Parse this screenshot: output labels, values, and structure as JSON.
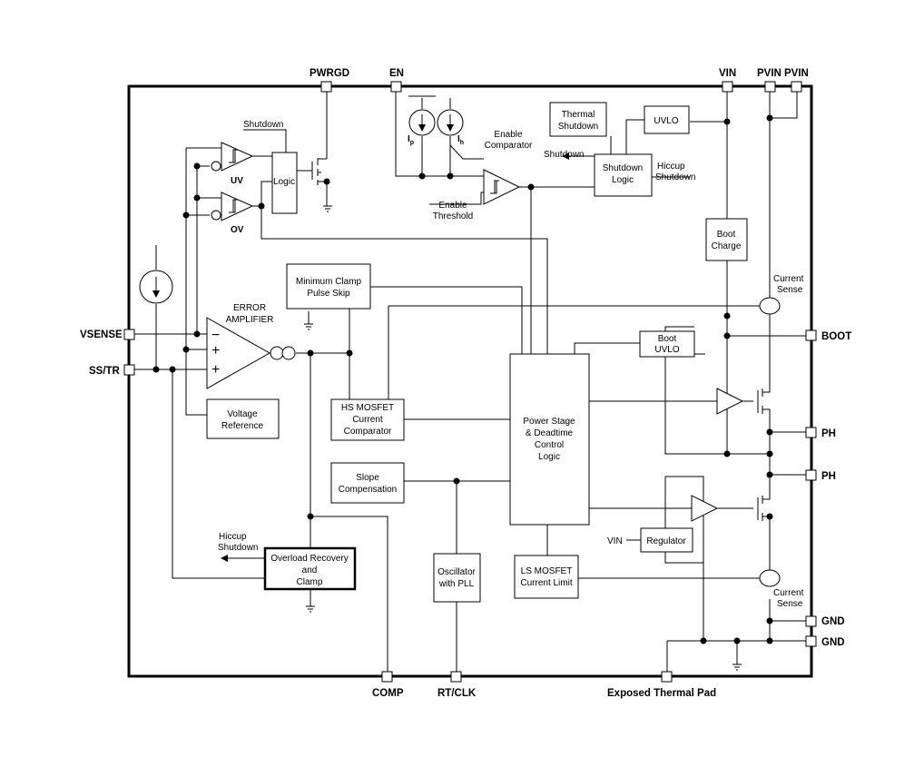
{
  "pins": {
    "pwrgd": "PWRGD",
    "en": "EN",
    "vin": "VIN",
    "pvin1": "PVIN",
    "pvin2": "PVIN",
    "vsense": "VSENSE",
    "ss_tr": "SS/TR",
    "boot": "BOOT",
    "ph1": "PH",
    "ph2": "PH",
    "gnd1": "GND",
    "gnd2": "GND",
    "comp": "COMP",
    "rt_clk": "RT/CLK",
    "thermal_pad": "Exposed Thermal Pad"
  },
  "blocks": {
    "logic": "Logic",
    "thermal_shutdown": [
      "Thermal",
      "Shutdown"
    ],
    "uvlo": "UVLO",
    "shutdown_logic": [
      "Shutdown",
      "Logic"
    ],
    "boot_charge": [
      "Boot",
      "Charge"
    ],
    "min_clamp": [
      "Minimum Clamp",
      "Pulse Skip"
    ],
    "boot_uvlo": [
      "Boot",
      "UVLO"
    ],
    "voltage_ref": [
      "Voltage",
      "Reference"
    ],
    "hs_comparator": [
      "HS MOSFET",
      "Current",
      "Comparator"
    ],
    "power_stage": [
      "Power Stage",
      "& Deadtime",
      "Control",
      "Logic"
    ],
    "slope_comp": [
      "Slope",
      "Compensation"
    ],
    "regulator": "Regulator",
    "overload": [
      "Overload Recovery",
      "and",
      "Clamp"
    ],
    "oscillator": [
      "Oscillator",
      "with PLL"
    ],
    "ls_limit": [
      "LS MOSFET",
      "Current Limit"
    ]
  },
  "labels": {
    "shutdown_top": "Shutdown",
    "uv": "UV",
    "ov": "OV",
    "ip": "I",
    "ip_sub": "p",
    "ih": "I",
    "ih_sub": "h",
    "enable_comparator": [
      "Enable",
      "Comparator"
    ],
    "enable_threshold": [
      "Enable",
      "Threshold"
    ],
    "shutdown_arrow": "Shutdown",
    "hiccup_shutdown_right": [
      "Hiccup",
      "Shutdown"
    ],
    "error_amp": [
      "ERROR",
      "AMPLIFIER"
    ],
    "current_sense_top": [
      "Current",
      "Sense"
    ],
    "current_sense_bottom": [
      "Current",
      "Sense"
    ],
    "vin_reg": "VIN",
    "hiccup_shutdown_left": [
      "Hiccup",
      "Shutdown"
    ],
    "minus": "−",
    "plus1": "+",
    "plus2": "+"
  }
}
